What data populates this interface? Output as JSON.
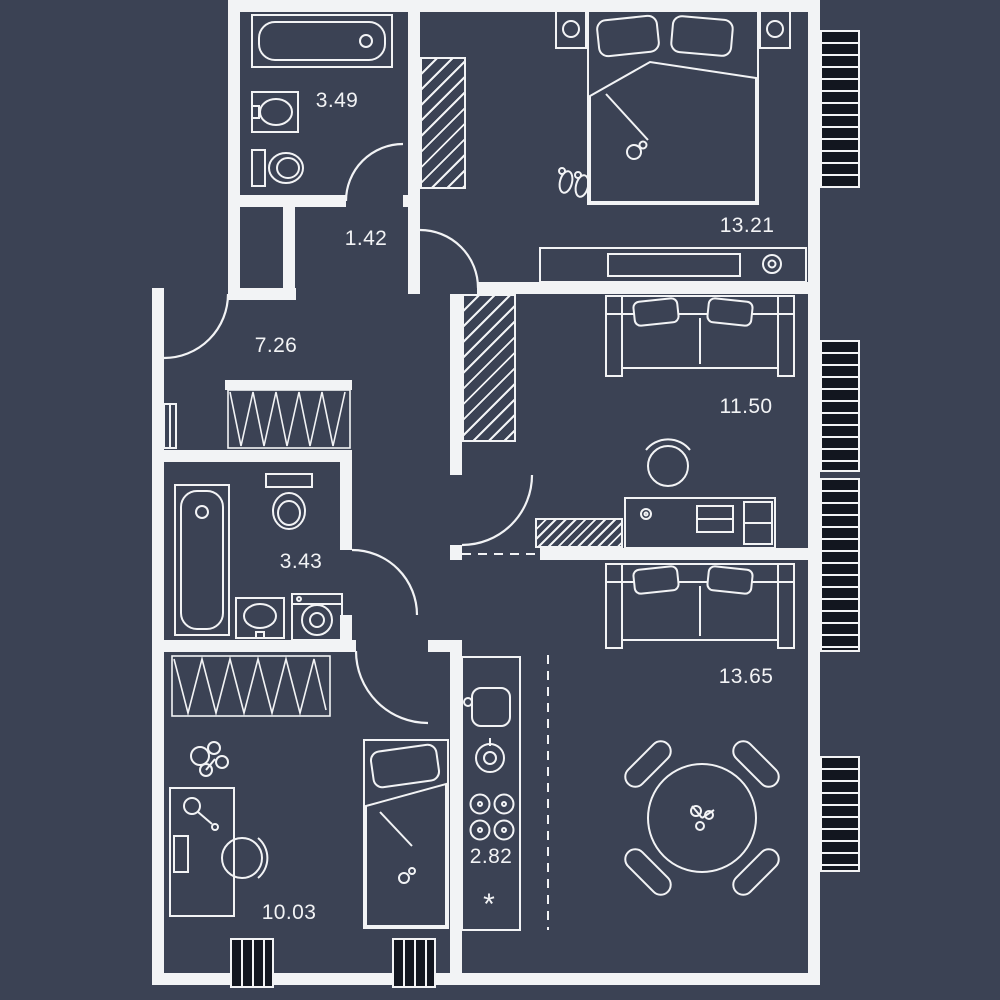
{
  "app": {
    "type": "apartment-floor-plan"
  },
  "colors": {
    "background": "#3B4254",
    "line": "#F2F3F5",
    "dark_fill": "#12161F"
  },
  "rooms": [
    {
      "id": "bathroom-top",
      "label": "3.49"
    },
    {
      "id": "entry-hall",
      "label": "1.42"
    },
    {
      "id": "bedroom-top",
      "label": "13.21"
    },
    {
      "id": "hallway",
      "label": "7.26"
    },
    {
      "id": "room-middle",
      "label": "11.50"
    },
    {
      "id": "bathroom-middle",
      "label": "3.43"
    },
    {
      "id": "living-room",
      "label": "13.65"
    },
    {
      "id": "kitchen",
      "label": "2.82"
    },
    {
      "id": "room-bottom",
      "label": "10.03"
    }
  ],
  "symbols": {
    "kitchen_marker": "*"
  }
}
